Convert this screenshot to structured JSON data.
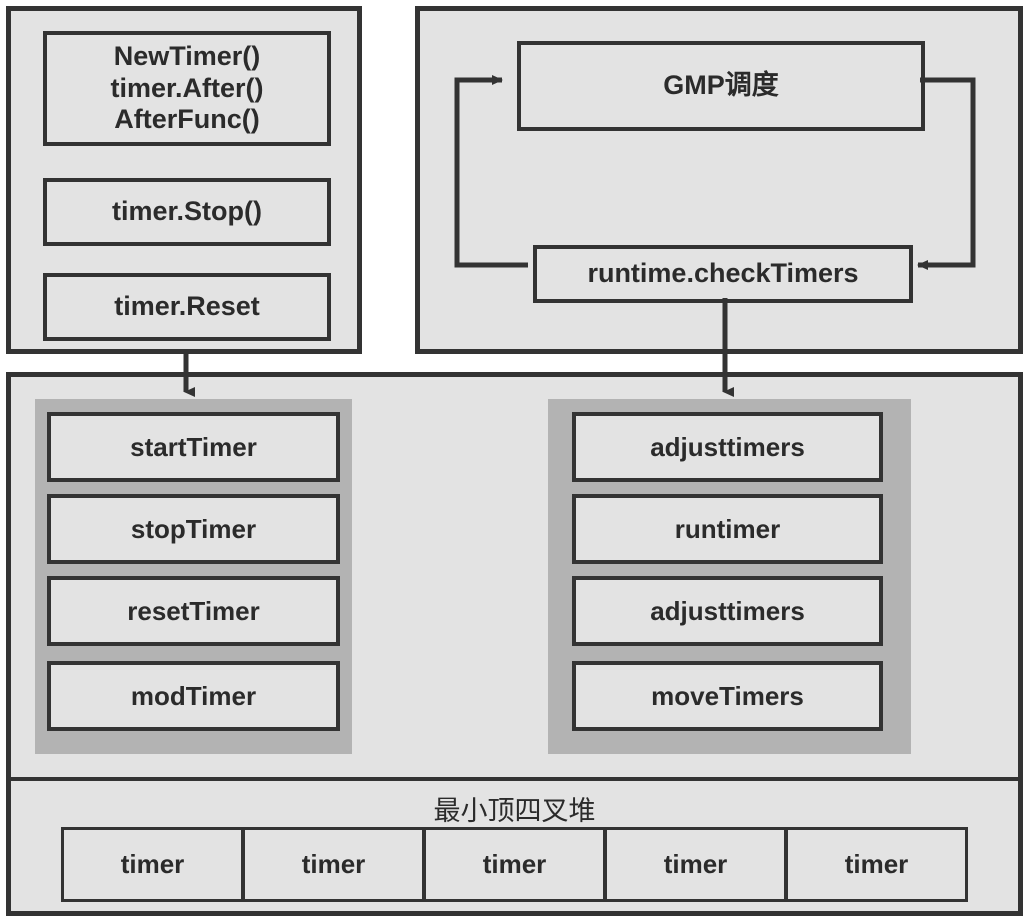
{
  "diagram": {
    "title": "Go timer runtime architecture",
    "colors": {
      "panel_fill": "#e3e3e3",
      "panel_border": "#333333",
      "group_fill": "#b3b3b3",
      "text": "#2b2b2b",
      "page_background": "#ffffff"
    }
  },
  "api_panel": {
    "name": "timer-api-panel",
    "boxes": [
      {
        "label": "NewTimer()\ntimer.After()\nAfterFunc()",
        "lines": [
          "NewTimer()",
          "timer.After()",
          "AfterFunc()"
        ]
      },
      {
        "label": "timer.Stop()",
        "lines": [
          "timer.Stop()"
        ]
      },
      {
        "label": "timer.Reset",
        "lines": [
          "timer.Reset"
        ]
      }
    ]
  },
  "scheduler_panel": {
    "name": "gmp-scheduler-panel",
    "gmp_box": "GMP调度",
    "check_timers_box": "runtime.checkTimers",
    "loop_note": "GMP调度 ⇄ runtime.checkTimers"
  },
  "runtime_panel": {
    "name": "timer-runtime-panel",
    "left_group": {
      "name": "user-facing-timer-funcs",
      "boxes": [
        "startTimer",
        "stopTimer",
        "resetTimer",
        "modTimer"
      ]
    },
    "right_group": {
      "name": "scheduler-timer-funcs",
      "boxes": [
        "adjusttimers",
        "runtimer",
        "adjusttimers",
        "moveTimers"
      ]
    }
  },
  "heap_section": {
    "name": "timer-heap",
    "title": "最小顶四叉堆",
    "cells": [
      "timer",
      "timer",
      "timer",
      "timer",
      "timer"
    ]
  }
}
